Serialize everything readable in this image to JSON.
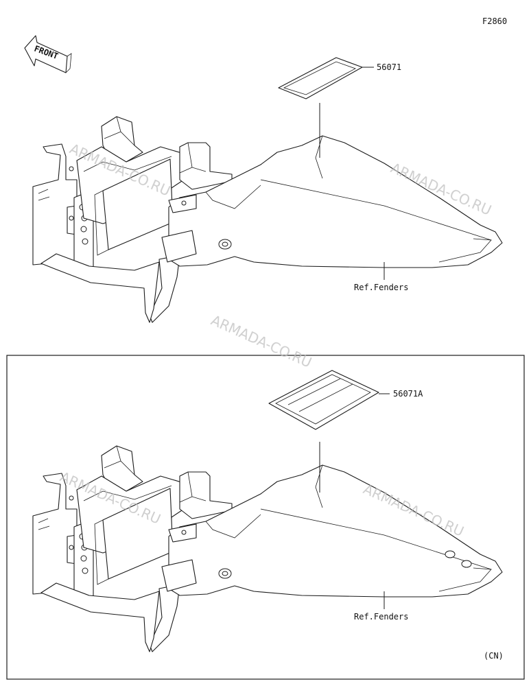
{
  "figure_code": "F2860",
  "front_label": "FRONT",
  "region_code": "(CN)",
  "watermark": "ARMADA-CO.RU",
  "upper": {
    "part_number": "56071",
    "ref_label": "Ref.Fenders"
  },
  "lower": {
    "part_number": "56071A",
    "ref_label": "Ref.Fenders"
  },
  "colors": {
    "line": "#1a1a1a",
    "watermark": "#bfbfbf",
    "background": "#ffffff"
  }
}
